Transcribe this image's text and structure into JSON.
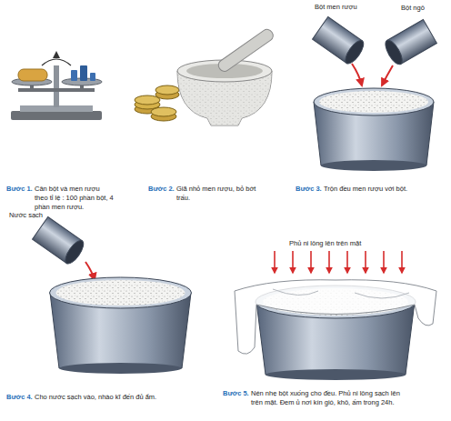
{
  "diagram": {
    "labels": [
      "Bột men rượu",
      "Bột ngô",
      "Bước 1.",
      "Cân bột và men rượu theo tỉ lệ : 100 phần bột, 4 phần men rượu.",
      "Bước 2.",
      "Giã nhỏ men rượu, bỏ bớt trấu.",
      "Bước 3.",
      "Trộn đều men rượu với bột.",
      "Nước sạch",
      "Phủ ni lông lên trên mặt",
      "Bước 4.",
      "Cho nước sạch vào, nhào kĩ đến đủ ẩm.",
      "Bước 5.",
      "Nén nhẹ bột xuống cho đều. Phủ ni lông sạch lên trên mặt. Đem ủ nơi kín gió, khô, ấm trong 24h."
    ]
  }
}
